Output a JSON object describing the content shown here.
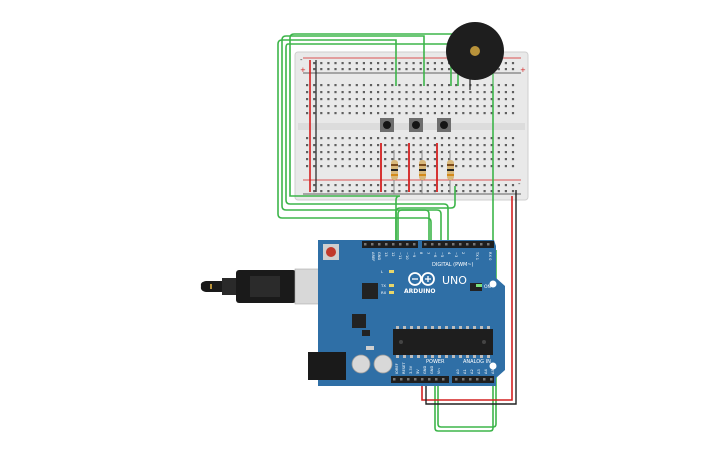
{
  "colors": {
    "background": "#ffffff",
    "breadboard": "#e9e9e9",
    "board_blue": "#2f6fa6",
    "wire_green": "#3db54a",
    "wire_red": "#d42020",
    "wire_black": "#222222",
    "buzzer": "#1e1e1e",
    "buzzer_center": "#b8923a"
  },
  "breadboard": {
    "plus_label": "+",
    "minus_label": "-"
  },
  "arduino": {
    "brand": "ARDUINO",
    "model": "UNO",
    "digital_label": "DIGITAL (PWM~)",
    "power_label": "POWER",
    "analog_label": "ANALOG IN",
    "on_label": "ON",
    "led_labels": [
      "L",
      "TX",
      "RX"
    ],
    "digital_pins": [
      "AREF",
      "GND",
      "13",
      "12",
      "~11",
      "~10",
      "~9",
      "8",
      "7",
      "~6",
      "~5",
      "4",
      "~3",
      "2",
      "TX 1",
      "RX 0"
    ],
    "power_pins": [
      "IOREF",
      "RESET",
      "3.3V",
      "5V",
      "GND",
      "GND",
      "Vin"
    ],
    "analog_pins": [
      "A0",
      "A1",
      "A2",
      "A3",
      "A4",
      "A5"
    ]
  },
  "components": {
    "buttons": 3,
    "resistors": 3,
    "buzzer": 1
  }
}
